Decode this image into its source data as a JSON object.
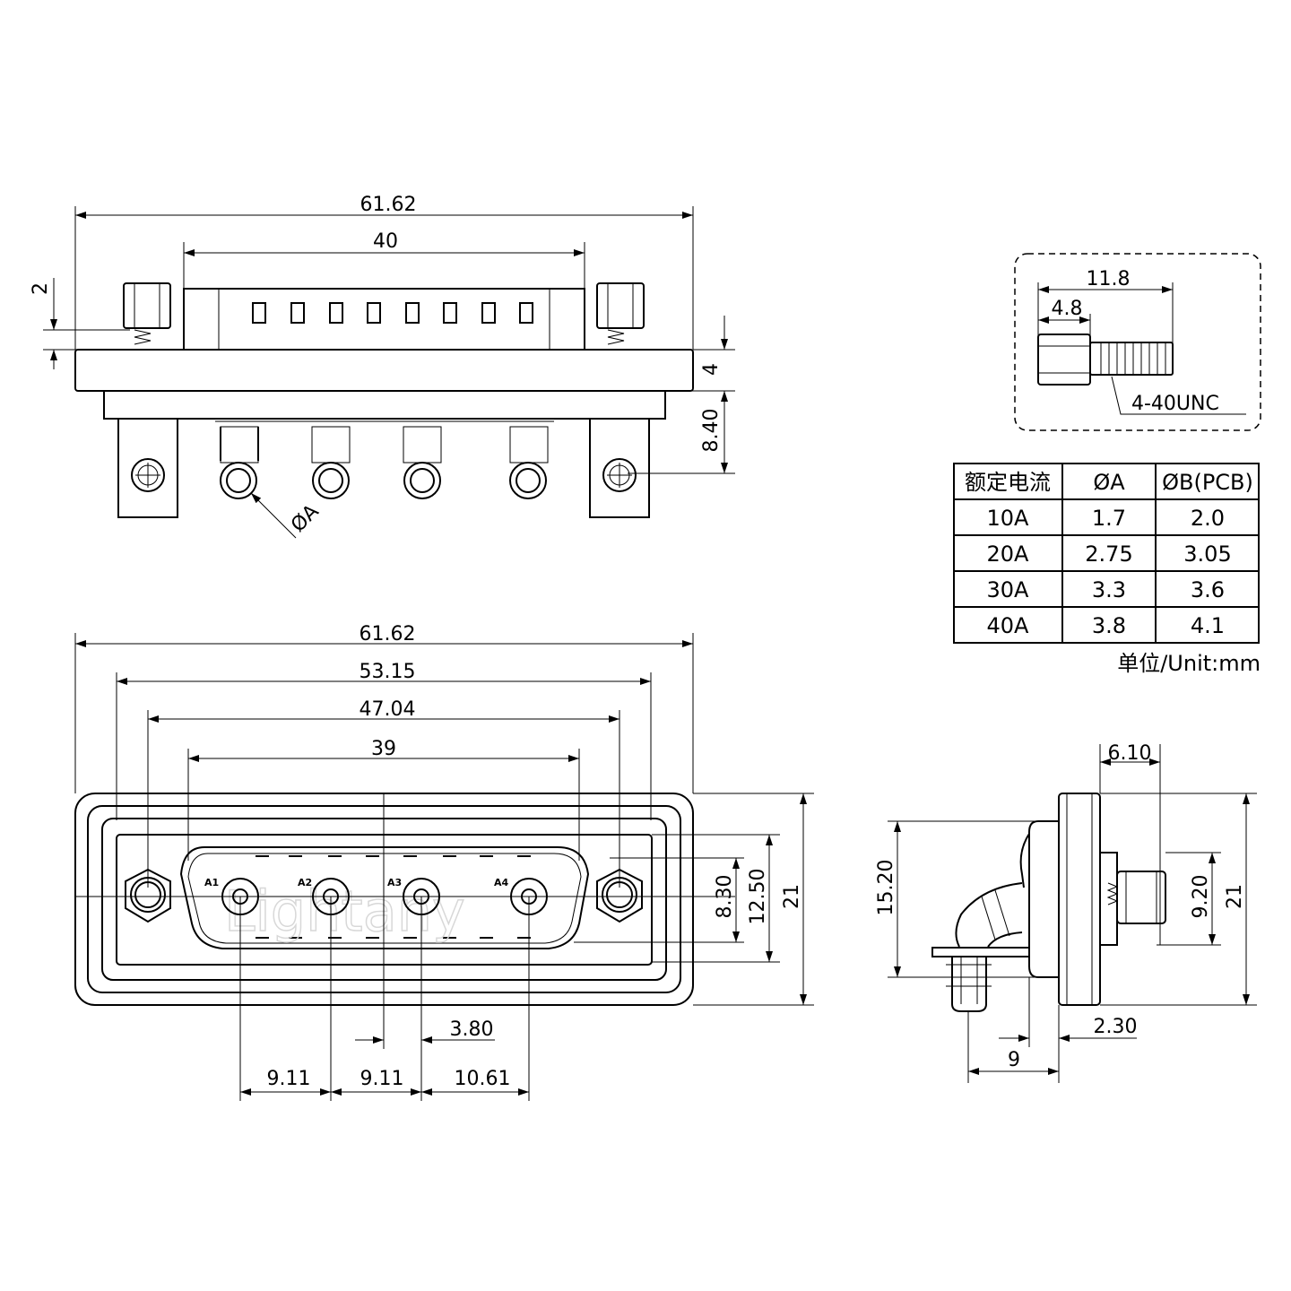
{
  "watermark": "Lightany",
  "top_view": {
    "dim_overall_width": "61.62",
    "dim_pin_span": "40",
    "dim_thread_gap": "2",
    "dim_flange_thickness": "4",
    "dim_tail_length": "8.40",
    "hole_label": "ØA"
  },
  "screw_detail": {
    "dim_total_length": "11.8",
    "dim_head_length": "4.8",
    "thread_label": "4-40UNC"
  },
  "current_table": {
    "headers": [
      "额定电流",
      "ØA",
      "ØB(PCB)"
    ],
    "rows": [
      [
        "10A",
        "1.7",
        "2.0"
      ],
      [
        "20A",
        "2.75",
        "3.05"
      ],
      [
        "30A",
        "3.3",
        "3.6"
      ],
      [
        "40A",
        "3.8",
        "4.1"
      ]
    ],
    "unit_note": "单位/Unit:mm"
  },
  "front_view": {
    "dim_overall_width": "61.62",
    "dim_outer_shell": "53.15",
    "dim_mount_holes": "47.04",
    "dim_shell_inner": "39",
    "dim_height_inner": "8.30",
    "dim_height_shell": "12.50",
    "dim_height_total": "21",
    "dim_offset_center": "3.80",
    "dim_pitch_1": "9.11",
    "dim_pitch_2": "9.11",
    "dim_pitch_3": "10.61",
    "contact_labels": [
      "A1",
      "A2",
      "A3",
      "A4"
    ]
  },
  "side_view": {
    "dim_depth": "6.10",
    "dim_height_body": "15.20",
    "dim_height_screw": "9.20",
    "dim_height_total": "21",
    "dim_flange_thickness": "2.30",
    "dim_tail_depth": "9"
  }
}
